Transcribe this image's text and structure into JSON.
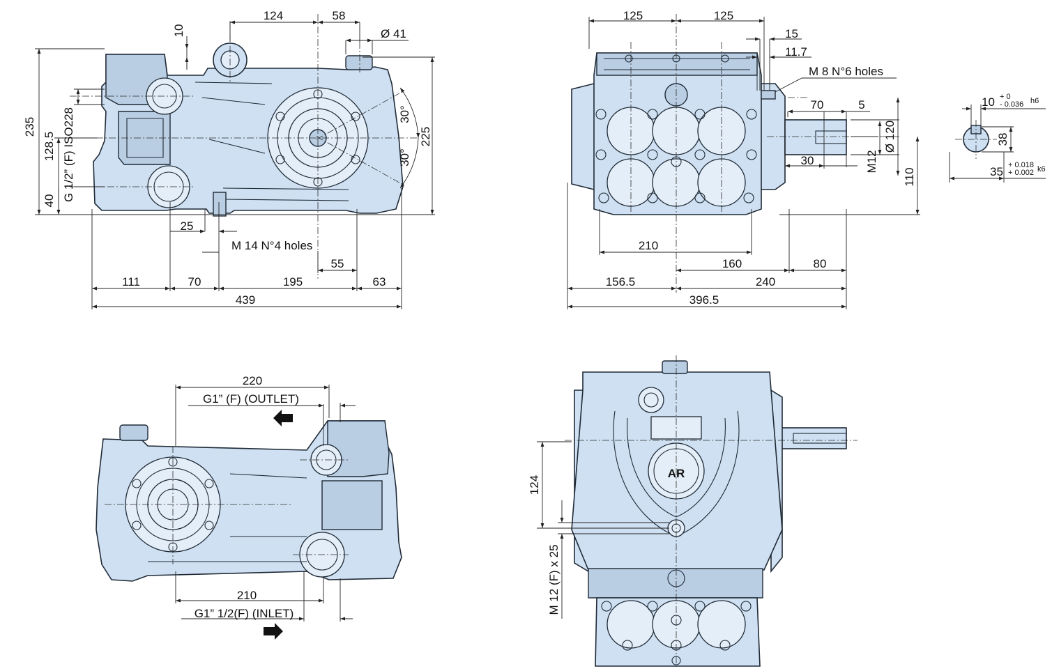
{
  "colors": {
    "body": "#cfe0f2",
    "outline": "#1f2a36",
    "dimension": "#111111"
  },
  "side_view": {
    "d124": "124",
    "d58": "58",
    "d10": "10",
    "d41": "Ø 41",
    "d235": "235",
    "d128_5": "128.5",
    "thread_inlet": "G 1/2” (F) ISO228",
    "d40": "40",
    "d30_top": "30°",
    "d30_bottom": "30°",
    "d225": "225",
    "d25": "25",
    "mount_holes": "M 14 N°4 holes",
    "d55": "55",
    "d111": "111",
    "d70": "70",
    "d195": "195",
    "d63": "63",
    "d439": "439"
  },
  "front_view": {
    "d125_left": "125",
    "d125_right": "125",
    "d15": "15",
    "d11_7": "11.7",
    "head_holes": "M 8 N°6 holes",
    "d70": "70",
    "d5": "5",
    "d120": "Ø 120",
    "m12": "M12",
    "d30": "30",
    "d110": "110",
    "d210": "210",
    "d160": "160",
    "d80": "80",
    "d156_5": "156.5",
    "d240": "240",
    "d396_5": "396.5"
  },
  "shaft_section": {
    "key_width": "10",
    "key_tol_upper": "+ 0",
    "key_tol_lower": "- 0.036",
    "key_fit": "h6",
    "d38": "38",
    "shaft_dia": "35",
    "shaft_tol_upper": "+ 0.018",
    "shaft_tol_lower": "+ 0.002",
    "shaft_fit": "k6"
  },
  "rear_view": {
    "d220": "220",
    "outlet": "G1” (F)  (OUTLET)",
    "d210": "210",
    "inlet": "G1” 1/2(F)  (INLET)"
  },
  "top_view": {
    "d124": "124",
    "m12x25": "M 12 (F) x 25",
    "logo": "AR"
  }
}
